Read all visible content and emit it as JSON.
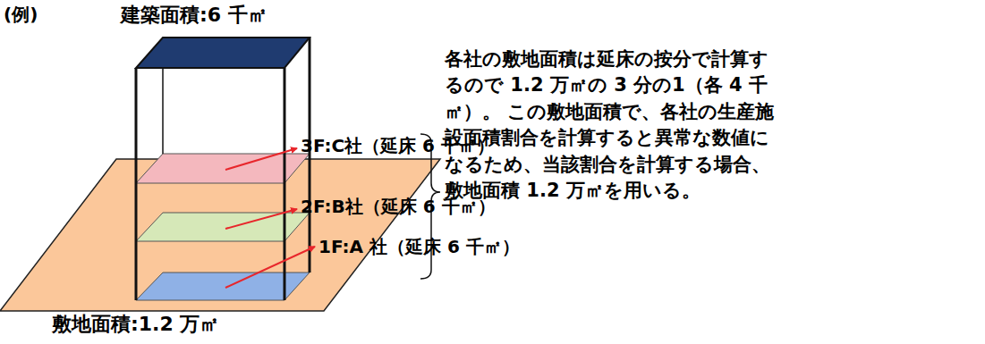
{
  "diagram": {
    "labels": [
      "(例)",
      "建築面積:6 千㎡",
      "3F:C社（延床 6 千㎡）",
      "2F:B社（延床 6 千㎡）",
      "1F:A 社（延床 6 千㎡）",
      "各社の敷地面積は延床の按分で計算するので 1.2 万㎡の 3 分の1（各 4 千㎡）。 この敷地面積で、各社の生産施設面積割合を計算すると異常な数値になるため、当該割合を計算する場合、敷地面積 1.2 万㎡を用いる。",
      "敷地面積:1.2 万㎡"
    ]
  }
}
